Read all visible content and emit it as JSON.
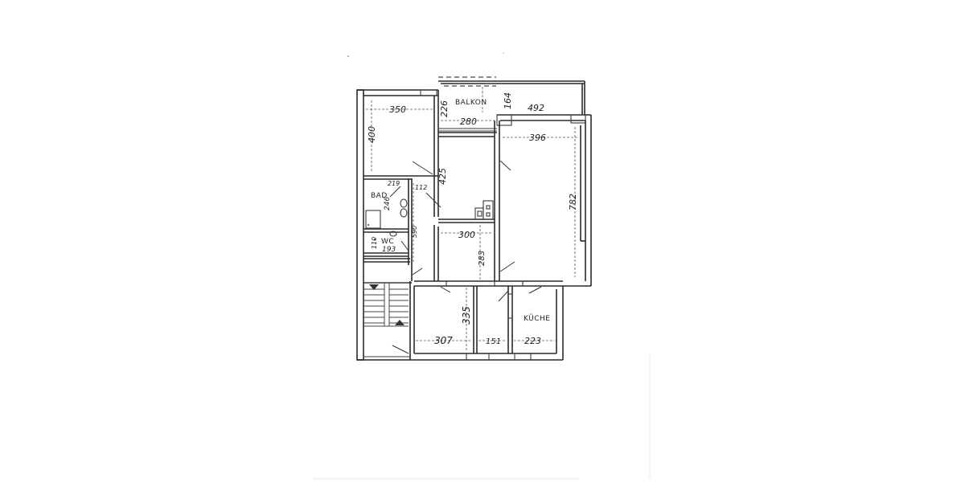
{
  "document": {
    "type": "floor plan",
    "rooms": {
      "balkon": "BALKON",
      "bad": "BAD",
      "wc": "WC",
      "kueche": "KÜCHE"
    },
    "dimensions": {
      "room_nw_width": "350",
      "room_nw_depth": "400",
      "balkon_depth": "226",
      "balkon_width": "280",
      "balkon_right_depth": "164",
      "balkon_right_width": "492",
      "living_width": "396",
      "living_depth": "782",
      "middle_room_depth": "425",
      "hall_width": "112",
      "bad_width": "219",
      "bad_depth": "246",
      "hall_depth": "590",
      "wc_depth": "110",
      "wc_width": "193",
      "corridor_width": "300",
      "corridor_depth": "283",
      "bottom_depth": "335",
      "bottom_room_1_width": "307",
      "bottom_room_2_width": "151",
      "kueche_width": "223"
    }
  }
}
